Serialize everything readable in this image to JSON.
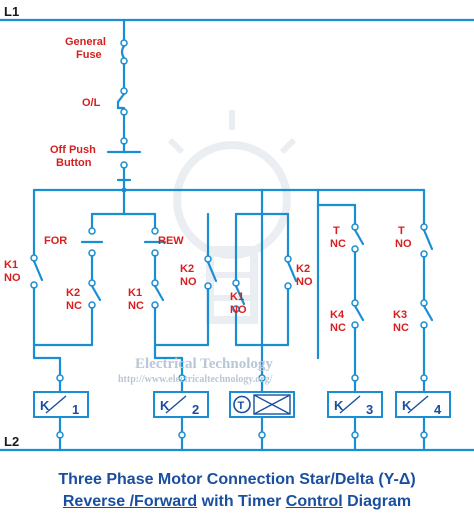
{
  "lines": {
    "top": "L1",
    "bottom": "L2"
  },
  "labels": {
    "fuse_1": "General",
    "fuse_2": "Fuse",
    "ol": "O/L",
    "off_1": "Off Push",
    "off_2": "Button",
    "for": "FOR",
    "rew": "REW",
    "k1no_a": "K1",
    "k1no_b": "NO",
    "k2nc_a": "K2",
    "k2nc_b": "NC",
    "k1nc_a": "K1",
    "k1nc_b": "NC",
    "k2no_a": "K2",
    "k2no_b": "NO",
    "k1no2_a": "K1",
    "k1no2_b": "NO",
    "k2no2_a": "K2",
    "k2no2_b": "NO",
    "tnc_a": "T",
    "tnc_b": "NC",
    "tno_a": "T",
    "tno_b": "NO",
    "k4nc_a": "K4",
    "k4nc_b": "NC",
    "k3nc_a": "K3",
    "k3nc_b": "NC"
  },
  "coils": [
    {
      "letter": "K",
      "number": "1"
    },
    {
      "letter": "K",
      "number": "2"
    },
    {
      "letter": "T",
      "number": ""
    },
    {
      "letter": "K",
      "number": "3"
    },
    {
      "letter": "K",
      "number": "4"
    }
  ],
  "watermark": {
    "name": "Electrical Technology",
    "url": "http://www.electricaltechnology.org/"
  },
  "title": {
    "line1": "Three Phase Motor Connection Star/Delta (Y-Δ)",
    "line2_a": "Reverse /",
    "line2_b": "Forward",
    "line2_c": " with Timer ",
    "line2_d": "Control",
    "line2_e": " Diagram"
  }
}
